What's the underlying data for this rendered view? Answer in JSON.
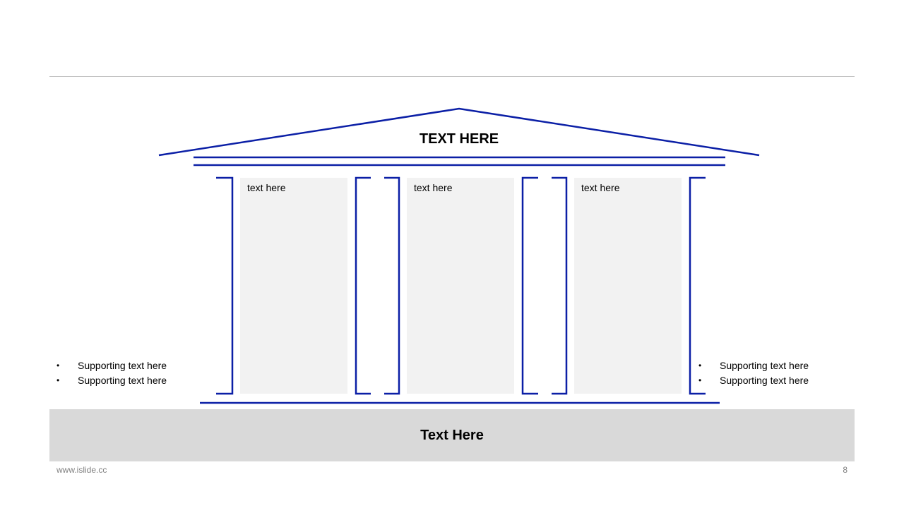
{
  "roof": {
    "title": "TEXT HERE"
  },
  "pillars": [
    {
      "label": "text here"
    },
    {
      "label": "text here"
    },
    {
      "label": "text here"
    }
  ],
  "left_bullets": [
    "Supporting text here",
    "Supporting text here"
  ],
  "right_bullets": [
    "Supporting text here",
    "Supporting text here"
  ],
  "base": {
    "label": "Text Here"
  },
  "footer": {
    "website": "www.islide.cc",
    "page_number": "8"
  },
  "colors": {
    "line": "#0b1fa6",
    "panel": "#f2f2f2",
    "base_band": "#d9d9d9",
    "top_rule": "#bfbfbf"
  }
}
